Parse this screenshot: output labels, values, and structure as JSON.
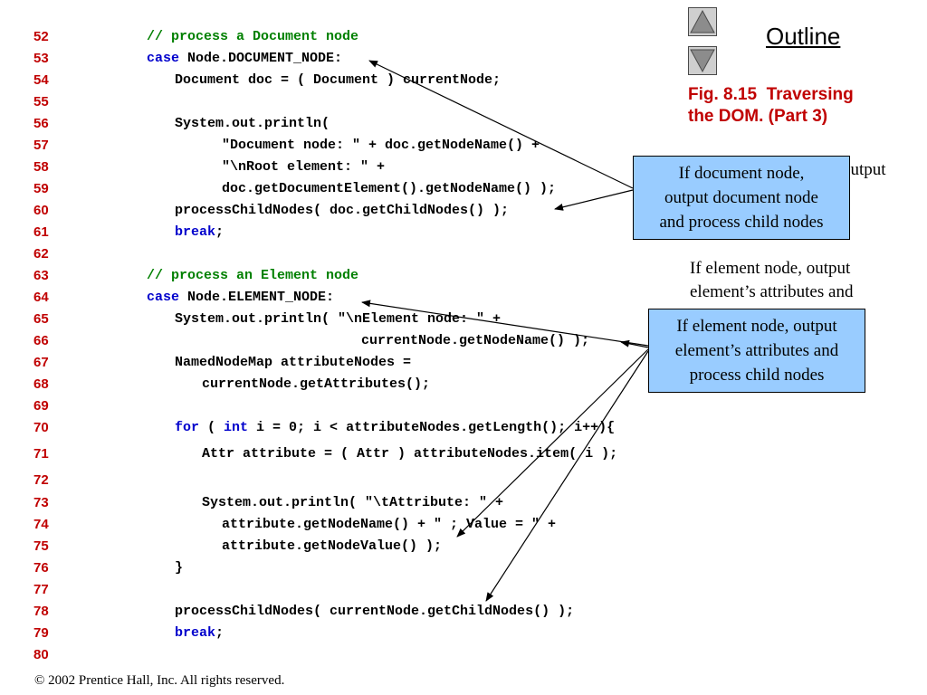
{
  "outline": {
    "title": "Outline",
    "prev_icon": "triangle-up-icon",
    "next_icon": "triangle-down-icon"
  },
  "figure": {
    "caption_line1": "Fig. 8.15  Traversing",
    "caption_line2": "the DOM. (Part 3)"
  },
  "notes": {
    "partial_output": "output",
    "element_line1": "If element node, output",
    "element_line2": "element’s attributes and"
  },
  "callouts": [
    {
      "lines": [
        "If document node,",
        "output document node",
        "and process child nodes"
      ]
    },
    {
      "lines": [
        "If element node, output",
        "element’s attributes and",
        "process child nodes"
      ]
    }
  ],
  "code_lines": [
    {
      "num": "52",
      "indent": 3,
      "segments": [
        {
          "text": "// process a Document node",
          "kind": "comment"
        }
      ]
    },
    {
      "num": "53",
      "indent": 3,
      "segments": [
        {
          "text": "case",
          "kind": "keyword"
        },
        {
          "text": " Node.DOCUMENT_NODE:",
          "kind": "code"
        }
      ]
    },
    {
      "num": "54",
      "indent": 4,
      "segments": [
        {
          "text": "Document doc = ( Document ) currentNode;",
          "kind": "code"
        }
      ]
    },
    {
      "num": "55",
      "indent": 0,
      "segments": []
    },
    {
      "num": "56",
      "indent": 4,
      "segments": [
        {
          "text": "System.out.println(",
          "kind": "code"
        }
      ]
    },
    {
      "num": "57",
      "indent": 6,
      "segments": [
        {
          "text": "\"Document node: \" + doc.getNodeName() +",
          "kind": "code"
        }
      ]
    },
    {
      "num": "58",
      "indent": 6,
      "segments": [
        {
          "text": "\"\\nRoot element: \" +",
          "kind": "code"
        }
      ]
    },
    {
      "num": "59",
      "indent": 6,
      "segments": [
        {
          "text": "doc.getDocumentElement().getNodeName() );",
          "kind": "code"
        }
      ]
    },
    {
      "num": "60",
      "indent": 4,
      "segments": [
        {
          "text": "processChildNodes( doc.getChildNodes() );",
          "kind": "code"
        }
      ]
    },
    {
      "num": "61",
      "indent": 4,
      "segments": [
        {
          "text": "break",
          "kind": "keyword"
        },
        {
          "text": ";",
          "kind": "code"
        }
      ]
    },
    {
      "num": "62",
      "indent": 0,
      "segments": []
    },
    {
      "num": "63",
      "indent": 3,
      "segments": [
        {
          "text": "// process an Element node",
          "kind": "comment"
        }
      ]
    },
    {
      "num": "64",
      "indent": 3,
      "segments": [
        {
          "text": "case",
          "kind": "keyword"
        },
        {
          "text": " Node.ELEMENT_NODE:",
          "kind": "code"
        }
      ]
    },
    {
      "num": "65",
      "indent": 4,
      "segments": [
        {
          "text": "System.out.println( \"\\nElement node: \" +",
          "kind": "code"
        }
      ]
    },
    {
      "num": "66",
      "indent": 10,
      "segments": [
        {
          "text": "currentNode.getNodeName() );",
          "kind": "code"
        }
      ]
    },
    {
      "num": "67",
      "indent": 4,
      "segments": [
        {
          "text": "NamedNodeMap attributeNodes =",
          "kind": "code"
        }
      ]
    },
    {
      "num": "68",
      "indent": 5,
      "segments": [
        {
          "text": "currentNode.getAttributes();",
          "kind": "code"
        }
      ]
    },
    {
      "num": "69",
      "indent": 0,
      "segments": []
    },
    {
      "num": "70",
      "indent": 4,
      "segments": [
        {
          "text": "for",
          "kind": "keyword"
        },
        {
          "text": " ( ",
          "kind": "code"
        },
        {
          "text": "int",
          "kind": "keyword"
        },
        {
          "text": " i = 0; i < attributeNodes.getLength(); i++){",
          "kind": "code"
        }
      ]
    },
    {
      "num": "71",
      "indent": 5,
      "segments": [
        {
          "text": "Attr attribute = ( Attr ) attributeNodes.item( i );",
          "kind": "code"
        }
      ]
    },
    {
      "num": "72",
      "indent": 0,
      "segments": []
    },
    {
      "num": "73",
      "indent": 5,
      "segments": [
        {
          "text": "System.out.println( \"\\tAttribute: \" +",
          "kind": "code"
        }
      ]
    },
    {
      "num": "74",
      "indent": 6,
      "segments": [
        {
          "text": "attribute.getNodeName() + \" ; Value = \" +",
          "kind": "code"
        }
      ]
    },
    {
      "num": "75",
      "indent": 6,
      "segments": [
        {
          "text": "attribute.getNodeValue() );",
          "kind": "code"
        }
      ]
    },
    {
      "num": "76",
      "indent": 4,
      "segments": [
        {
          "text": "}",
          "kind": "code"
        }
      ]
    },
    {
      "num": "77",
      "indent": 0,
      "segments": []
    },
    {
      "num": "78",
      "indent": 4,
      "segments": [
        {
          "text": "processChildNodes( currentNode.getChildNodes() );",
          "kind": "code"
        }
      ]
    },
    {
      "num": "79",
      "indent": 4,
      "segments": [
        {
          "text": "break",
          "kind": "keyword"
        },
        {
          "text": ";",
          "kind": "code"
        }
      ]
    },
    {
      "num": "80",
      "indent": 0,
      "segments": []
    }
  ],
  "footer": {
    "copyright": "© 2002 Prentice Hall, Inc.  All rights reserved."
  }
}
